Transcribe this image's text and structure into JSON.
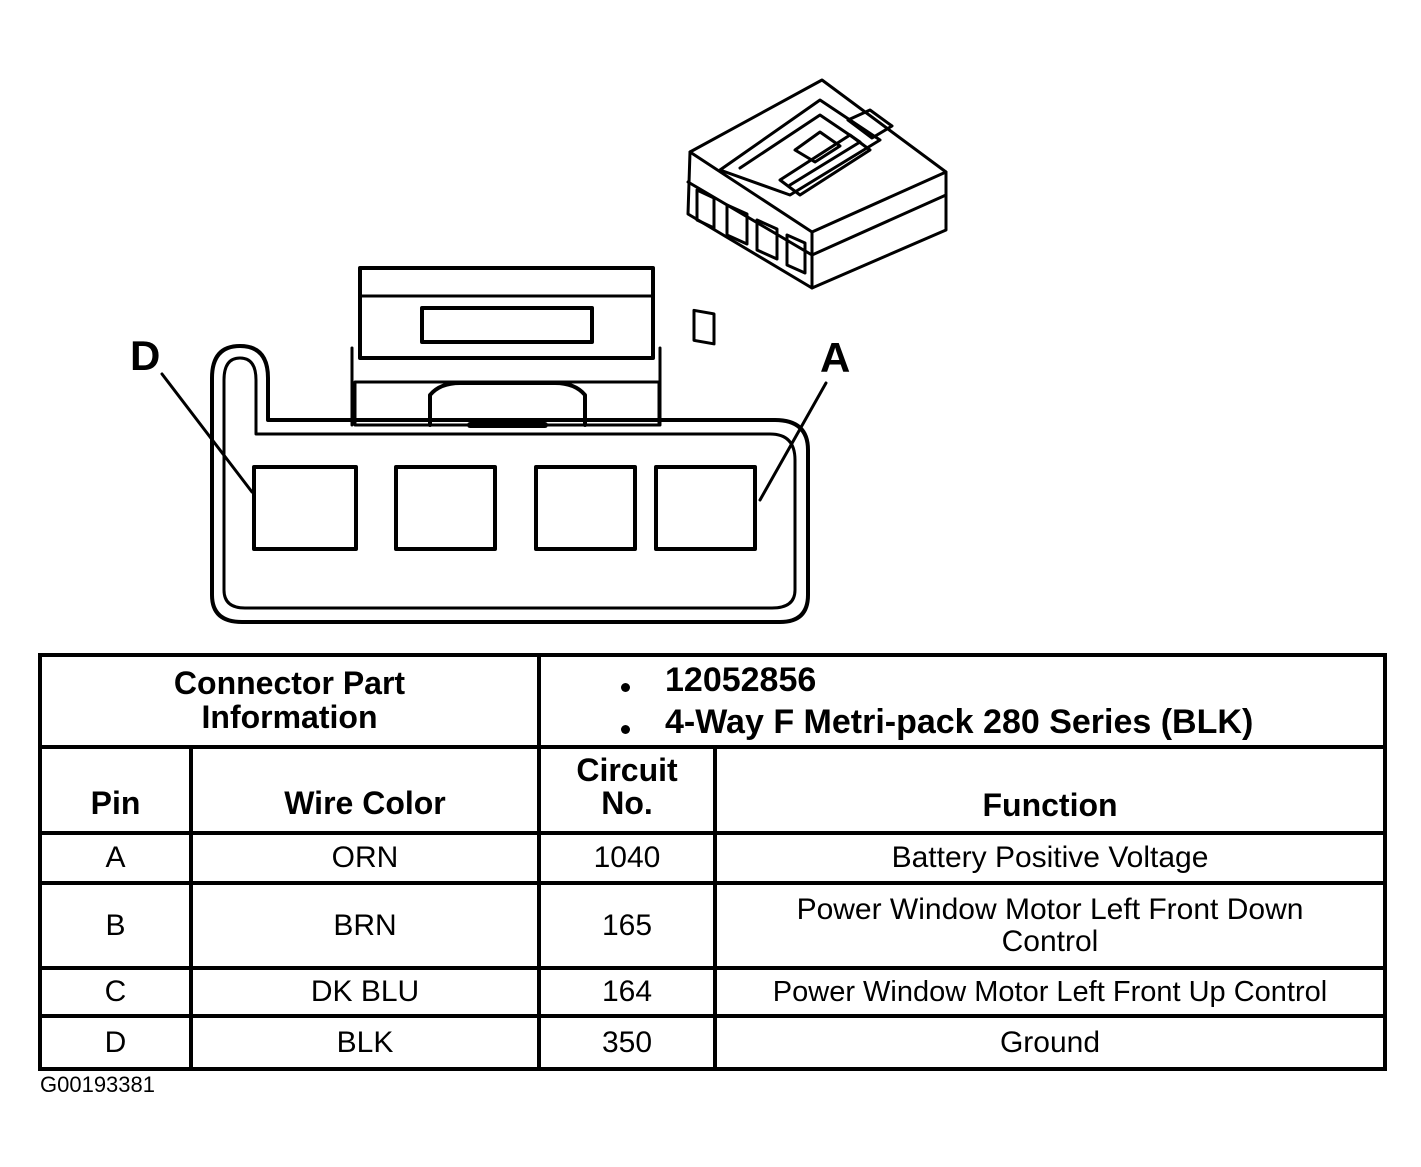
{
  "diagram": {
    "pin_callouts": [
      "D",
      "A"
    ]
  },
  "table": {
    "connector_header": "Connector Part Information",
    "part_info": [
      "12052856",
      "4-Way F Metri-pack 280 Series (BLK)"
    ],
    "columns": [
      "Pin",
      "Wire Color",
      "Circuit No.",
      "Function"
    ],
    "rows": [
      {
        "pin": "A",
        "wire_color": "ORN",
        "circuit": "1040",
        "function": "Battery Positive Voltage"
      },
      {
        "pin": "B",
        "wire_color": "BRN",
        "circuit": "165",
        "function": "Power Window Motor Left Front Down Control"
      },
      {
        "pin": "C",
        "wire_color": "DK BLU",
        "circuit": "164",
        "function": "Power Window Motor Left Front Up Control"
      },
      {
        "pin": "D",
        "wire_color": "BLK",
        "circuit": "350",
        "function": "Ground"
      }
    ]
  },
  "figure_id": "G00193381"
}
